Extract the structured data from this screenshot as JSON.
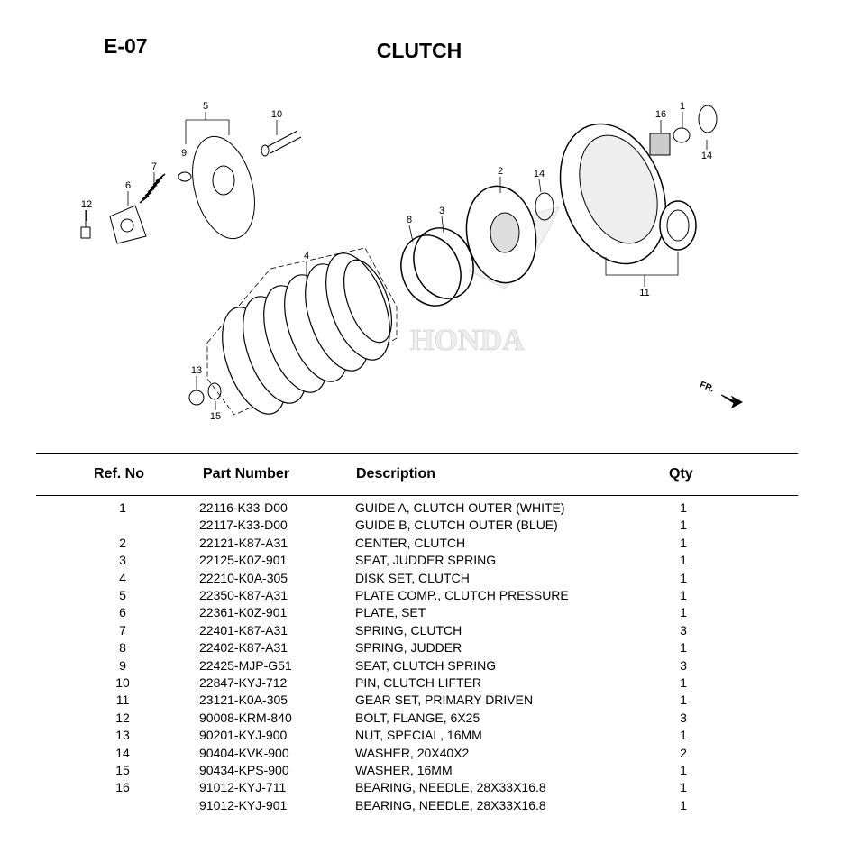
{
  "header": {
    "code": "E-07",
    "title": "CLUTCH"
  },
  "diagram": {
    "watermark": "HONDA",
    "front_indicator": "FR.",
    "callouts": [
      "5",
      "10",
      "9",
      "7",
      "6",
      "12",
      "8",
      "3",
      "2",
      "14",
      "16",
      "1",
      "14",
      "11",
      "4",
      "13",
      "15"
    ]
  },
  "table": {
    "columns": [
      "Ref. No",
      "Part Number",
      "Description",
      "Qty"
    ],
    "rows": [
      {
        "ref": "1",
        "part": "22116-K33-D00",
        "desc": "GUIDE A, CLUTCH OUTER (WHITE)",
        "qty": "1"
      },
      {
        "ref": "",
        "part": "22117-K33-D00",
        "desc": "GUIDE B, CLUTCH OUTER (BLUE)",
        "qty": "1"
      },
      {
        "ref": "2",
        "part": "22121-K87-A31",
        "desc": "CENTER, CLUTCH",
        "qty": "1"
      },
      {
        "ref": "3",
        "part": "22125-K0Z-901",
        "desc": "SEAT, JUDDER SPRING",
        "qty": "1"
      },
      {
        "ref": "4",
        "part": "22210-K0A-305",
        "desc": "DISK SET, CLUTCH",
        "qty": "1"
      },
      {
        "ref": "5",
        "part": "22350-K87-A31",
        "desc": "PLATE COMP., CLUTCH PRESSURE",
        "qty": "1"
      },
      {
        "ref": "6",
        "part": "22361-K0Z-901",
        "desc": "PLATE, SET",
        "qty": "1"
      },
      {
        "ref": "7",
        "part": "22401-K87-A31",
        "desc": "SPRING, CLUTCH",
        "qty": "3"
      },
      {
        "ref": "8",
        "part": "22402-K87-A31",
        "desc": "SPRING, JUDDER",
        "qty": "1"
      },
      {
        "ref": "9",
        "part": "22425-MJP-G51",
        "desc": "SEAT, CLUTCH SPRING",
        "qty": "3"
      },
      {
        "ref": "10",
        "part": "22847-KYJ-712",
        "desc": "PIN, CLUTCH LIFTER",
        "qty": "1"
      },
      {
        "ref": "11",
        "part": "23121-K0A-305",
        "desc": "GEAR SET, PRIMARY DRIVEN",
        "qty": "1"
      },
      {
        "ref": "12",
        "part": "90008-KRM-840",
        "desc": "BOLT, FLANGE, 6X25",
        "qty": "3"
      },
      {
        "ref": "13",
        "part": "90201-KYJ-900",
        "desc": "NUT, SPECIAL, 16MM",
        "qty": "1"
      },
      {
        "ref": "14",
        "part": "90404-KVK-900",
        "desc": "WASHER, 20X40X2",
        "qty": "2"
      },
      {
        "ref": "15",
        "part": "90434-KPS-900",
        "desc": "WASHER, 16MM",
        "qty": "1"
      },
      {
        "ref": "16",
        "part": "91012-KYJ-711",
        "desc": "BEARING, NEEDLE, 28X33X16.8",
        "qty": "1"
      },
      {
        "ref": "",
        "part": "91012-KYJ-901",
        "desc": "BEARING, NEEDLE, 28X33X16.8",
        "qty": "1"
      }
    ]
  }
}
